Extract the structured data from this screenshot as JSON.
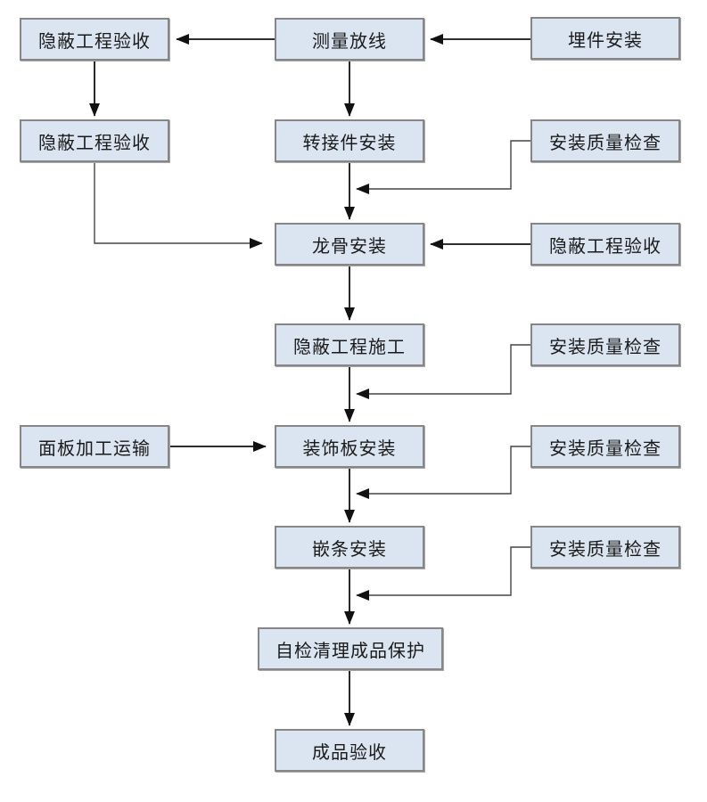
{
  "diagram": {
    "type": "flowchart",
    "background": "#ffffff",
    "colors": {
      "node_fill": "#dbe5f1",
      "node_border": "#868686",
      "node_shadow": "#a8a8a8",
      "arrow": "#111111",
      "connector_line": "#444444",
      "text": "#1a1a1a"
    }
  },
  "nodes": [
    {
      "id": "hidden-acceptance-1",
      "label": "隐蔽工程验收"
    },
    {
      "id": "survey-layout",
      "label": "测量放线"
    },
    {
      "id": "embedded-parts-install",
      "label": "埋件安装"
    },
    {
      "id": "hidden-acceptance-2",
      "label": "隐蔽工程验收"
    },
    {
      "id": "adapter-install",
      "label": "转接件安装"
    },
    {
      "id": "quality-check-1",
      "label": "安装质量检查"
    },
    {
      "id": "keel-install",
      "label": "龙骨安装"
    },
    {
      "id": "hidden-acceptance-3",
      "label": "隐蔽工程验收"
    },
    {
      "id": "hidden-work-construction",
      "label": "隐蔽工程施工"
    },
    {
      "id": "quality-check-2",
      "label": "安装质量检查"
    },
    {
      "id": "panel-processing-transport",
      "label": "面板加工运输"
    },
    {
      "id": "decorative-panel-install",
      "label": "装饰板安装"
    },
    {
      "id": "quality-check-3",
      "label": "安装质量检查"
    },
    {
      "id": "trim-install",
      "label": "嵌条安装"
    },
    {
      "id": "quality-check-4",
      "label": "安装质量检查"
    },
    {
      "id": "self-check-cleanup-protection",
      "label": "自检清理成品保护"
    },
    {
      "id": "finished-product-acceptance",
      "label": "成品验收"
    }
  ],
  "edges": [
    {
      "from": "embedded-parts-install",
      "to": "survey-layout",
      "type": "direct"
    },
    {
      "from": "survey-layout",
      "to": "hidden-acceptance-1",
      "type": "direct"
    },
    {
      "from": "hidden-acceptance-1",
      "to": "hidden-acceptance-2",
      "type": "direct"
    },
    {
      "from": "survey-layout",
      "to": "adapter-install",
      "type": "direct"
    },
    {
      "from": "adapter-install",
      "to": "keel-install",
      "type": "direct"
    },
    {
      "from": "quality-check-1",
      "to": "adapter-install→keel-install",
      "type": "merge-into-connector"
    },
    {
      "from": "hidden-acceptance-2",
      "to": "keel-install",
      "type": "elbow"
    },
    {
      "from": "hidden-acceptance-3",
      "to": "keel-install",
      "type": "direct"
    },
    {
      "from": "keel-install",
      "to": "hidden-work-construction",
      "type": "direct"
    },
    {
      "from": "hidden-work-construction",
      "to": "decorative-panel-install",
      "type": "direct"
    },
    {
      "from": "quality-check-2",
      "to": "hidden-work-construction→decorative-panel-install",
      "type": "merge-into-connector"
    },
    {
      "from": "panel-processing-transport",
      "to": "decorative-panel-install",
      "type": "direct"
    },
    {
      "from": "decorative-panel-install",
      "to": "trim-install",
      "type": "direct"
    },
    {
      "from": "quality-check-3",
      "to": "decorative-panel-install→trim-install",
      "type": "merge-into-connector"
    },
    {
      "from": "trim-install",
      "to": "self-check-cleanup-protection",
      "type": "direct"
    },
    {
      "from": "quality-check-4",
      "to": "trim-install→self-check-cleanup-protection",
      "type": "merge-into-connector"
    },
    {
      "from": "self-check-cleanup-protection",
      "to": "finished-product-acceptance",
      "type": "direct"
    }
  ]
}
